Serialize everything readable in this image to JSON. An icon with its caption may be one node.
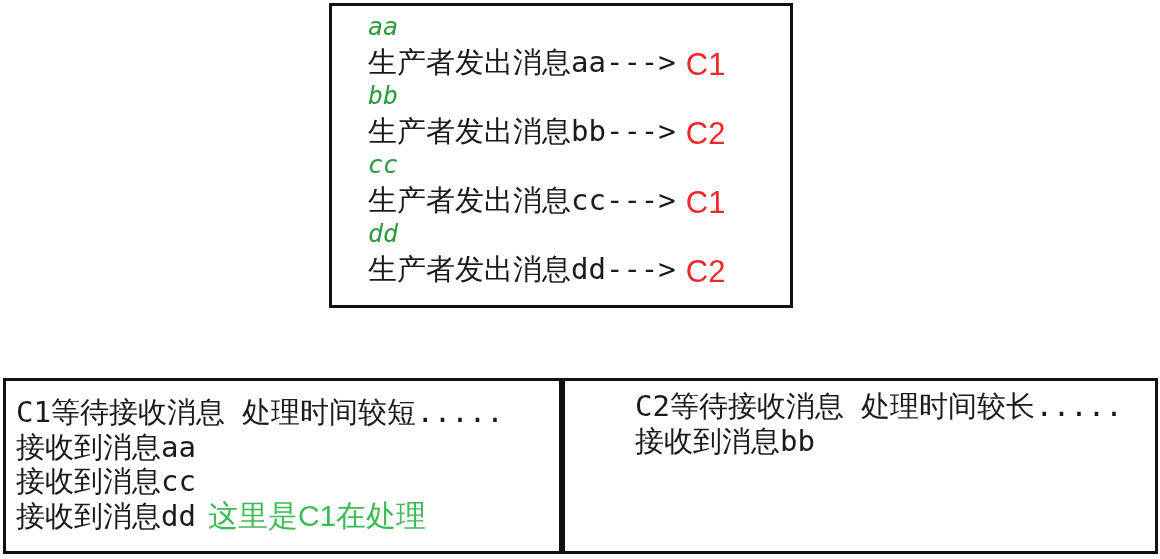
{
  "diagram": {
    "nodes": [
      {
        "text": [
          "aa",
          "生产者发出消息aa--->",
          "C1",
          "bb",
          "生产者发出消息bb--->",
          "C2",
          "cc",
          "生产者发出消息cc--->",
          "C1",
          "dd",
          "生产者发出消息dd--->",
          "C2"
        ]
      },
      {
        "text": [
          "C1等待接收消息 处理时间较短.....",
          "接收到消息aa",
          "接收到消息cc",
          "接收到消息dd",
          "这里是C1在处理"
        ]
      },
      {
        "text": [
          "C2等待接收消息 处理时间较长.....",
          "接收到消息bb"
        ]
      }
    ]
  }
}
